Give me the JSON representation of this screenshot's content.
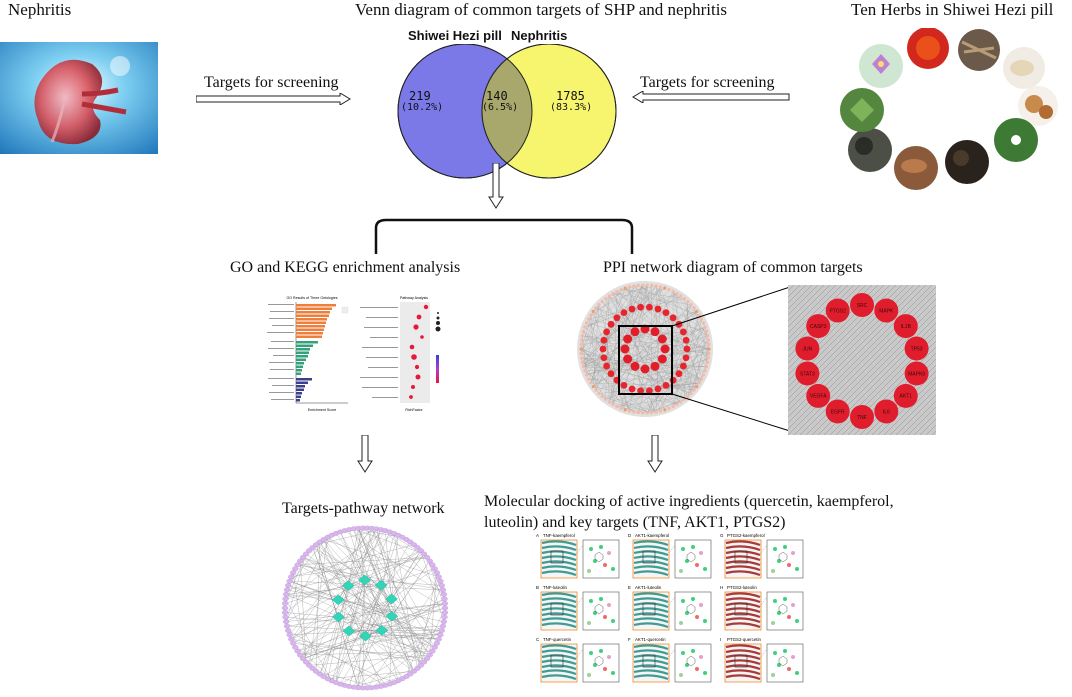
{
  "labels": {
    "nephritis": "Nephritis",
    "venn_title": "Venn diagram of common targets of SHP and nephritis",
    "ten_herbs": "Ten Herbs in Shiwei Hezi pill",
    "targets_screening_left": "Targets for screening",
    "targets_screening_right": "Targets for screening",
    "go_kegg": "GO and KEGG enrichment analysis",
    "ppi": "PPI network diagram of common targets",
    "targets_pathway": "Targets-pathway network",
    "docking": "Molecular docking of active ingredients (quercetin, kaempferol, luteolin) and key targets (TNF, AKT1, PTGS2)"
  },
  "venn": {
    "left_set": "Shiwei Hezi pill",
    "right_set": "Nephritis",
    "left_count": "219",
    "left_pct": "(10.2%)",
    "overlap_count": "140",
    "overlap_pct": "(6.5%)",
    "right_count": "1785",
    "right_pct": "(83.3%)",
    "colors": {
      "left": "#7b79e8",
      "right": "#f6f56d",
      "overlap": "#a8a86c"
    }
  },
  "ppi_zoom_nodes": [
    "SRC",
    "MAPK",
    "IL1B",
    "TP53",
    "MAPK8",
    "AKT1",
    "IL6",
    "TNF",
    "EGFR",
    "VEGFA",
    "STAT3",
    "JUN",
    "CASP3",
    "PTGS2"
  ],
  "go_chart": {
    "title": "GO Results of Three Ontologies",
    "xlabel": "Enrichment Score"
  },
  "kegg_chart": {
    "title": "Pathway Analysis",
    "xlabel": "RichFactor"
  },
  "docking_panels": [
    {
      "letter": "A",
      "title": "TNF-kaempferol"
    },
    {
      "letter": "D",
      "title": "AKT1-kaempferol"
    },
    {
      "letter": "G",
      "title": "PTGS2-kaempferol"
    },
    {
      "letter": "B",
      "title": "TNF-luteolin"
    },
    {
      "letter": "E",
      "title": "AKT1-luteolin"
    },
    {
      "letter": "H",
      "title": "PTGS2-luteolin"
    },
    {
      "letter": "C",
      "title": "TNF-quercetin"
    },
    {
      "letter": "F",
      "title": "AKT1-quercetin"
    },
    {
      "letter": "I",
      "title": "PTGS2-quercetin"
    }
  ]
}
